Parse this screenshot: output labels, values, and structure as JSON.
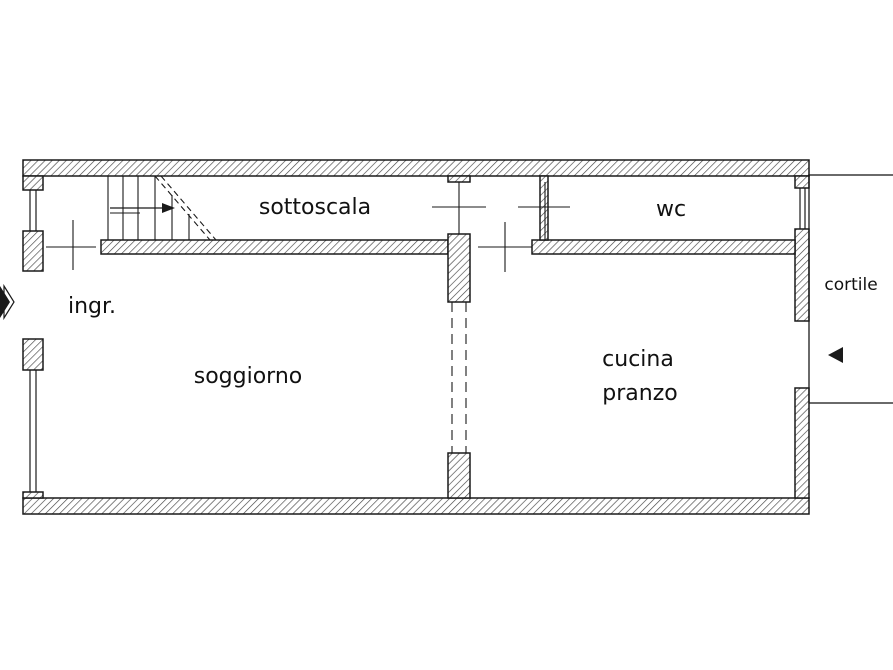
{
  "rooms": {
    "sottoscala": "sottoscala",
    "wc": "wc",
    "ingresso": "ingr.",
    "soggiorno": "soggiorno",
    "cucina_line1": "cucina",
    "cucina_line2": "pranzo",
    "cortile": "cortile"
  },
  "colors": {
    "wall_stroke": "#1a1a1a",
    "hatch": "#444444",
    "background": "#ffffff"
  },
  "icons": {
    "entry": "double-arrow-entry-icon",
    "courtyard_access": "triangle-arrow-icon",
    "stair_direction": "arrow-right-icon"
  }
}
